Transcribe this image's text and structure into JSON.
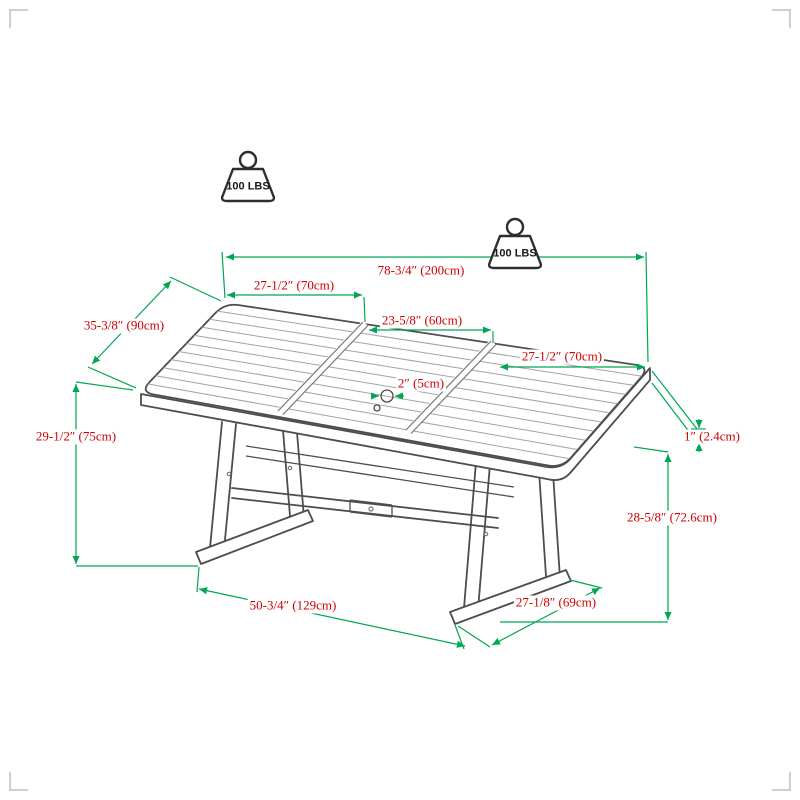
{
  "weights": [
    {
      "label": "100 LBS"
    },
    {
      "label": "100 LBS"
    }
  ],
  "dims": {
    "overall_length": "78-3/4″ (200cm)",
    "section_left": "27-1/2″ (70cm)",
    "section_middle": "23-5/8″ (60cm)",
    "section_right": "27-1/2″ (70cm)",
    "table_depth": "35-3/8″ (90cm)",
    "table_height": "29-1/2″ (75cm)",
    "umbrella_hole": "2″ (5cm)",
    "top_thickness": "1″ (2.4cm)",
    "leg_height": "28-5/8″ (72.6cm)",
    "base_length": "50-3/4″ (129cm)",
    "base_depth": "27-1/8″ (69cm)"
  },
  "icons": {
    "weight_1": "weight-icon",
    "weight_2": "weight-icon"
  },
  "colors": {
    "dimension_line": "#00a651",
    "dimension_text": "#d10000",
    "line_art": "#4d4d4d"
  }
}
